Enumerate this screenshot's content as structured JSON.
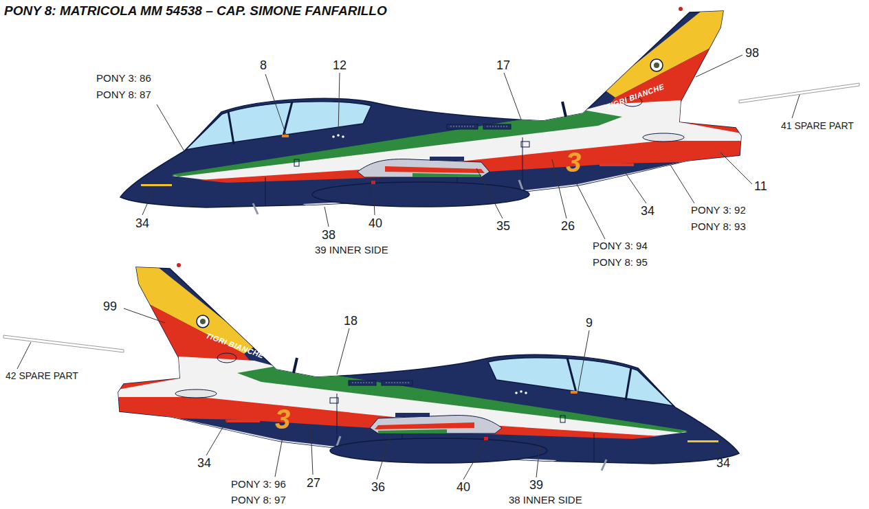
{
  "diagram": {
    "title": "PONY 8: MATRICOLA MM 54538 – CAP. SIMONE FANFARILLO",
    "labels": [
      "PONY 3: 86",
      "PONY 8: 87",
      "8",
      "12",
      "17",
      "98",
      "41 SPARE PART",
      "11",
      "PONY 3: 92",
      "PONY 8: 93",
      "34",
      "38",
      "39 INNER SIDE",
      "40",
      "35",
      "26",
      "34",
      "PONY 3: 94",
      "PONY 8: 95",
      "TIGRI BIANCHE",
      "3",
      "99",
      "42 SPARE PART",
      "18",
      "9",
      "34",
      "PONY 3: 96",
      "PONY 8: 97",
      "27",
      "36",
      "40",
      "39",
      "38 INNER SIDE",
      "34",
      "TIGRI BIANCHE",
      "3"
    ]
  }
}
